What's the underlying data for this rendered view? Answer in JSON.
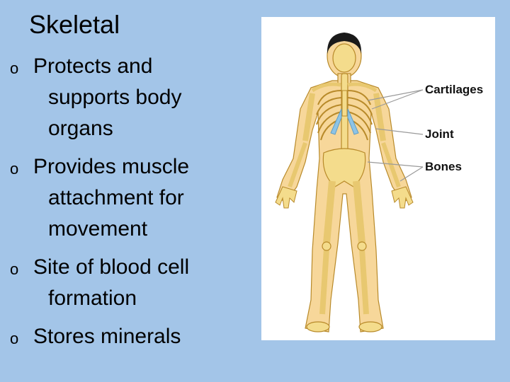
{
  "slide": {
    "title": "Skeletal",
    "bullet_marker": "o",
    "bullets": [
      {
        "first": "Protects and",
        "rest": "supports body\norgans"
      },
      {
        "first": "Provides muscle",
        "rest": "attachment for\nmovement"
      },
      {
        "first": "Site of blood cell",
        "rest": "formation"
      },
      {
        "first": "Stores minerals",
        "rest": ""
      }
    ]
  },
  "figure": {
    "labels": {
      "cartilages": "Cartilages",
      "joint": "Joint",
      "bones": "Bones"
    },
    "colors": {
      "bone": "#f4dc8c",
      "bone_outline": "#b88a2a",
      "cartilage": "#8ec4e6",
      "skin": "#f7d79a",
      "hair": "#1a1a1a",
      "leader_line": "#9a9a9a"
    }
  },
  "colors": {
    "background": "#a3c5e8",
    "figure_panel": "#ffffff"
  }
}
